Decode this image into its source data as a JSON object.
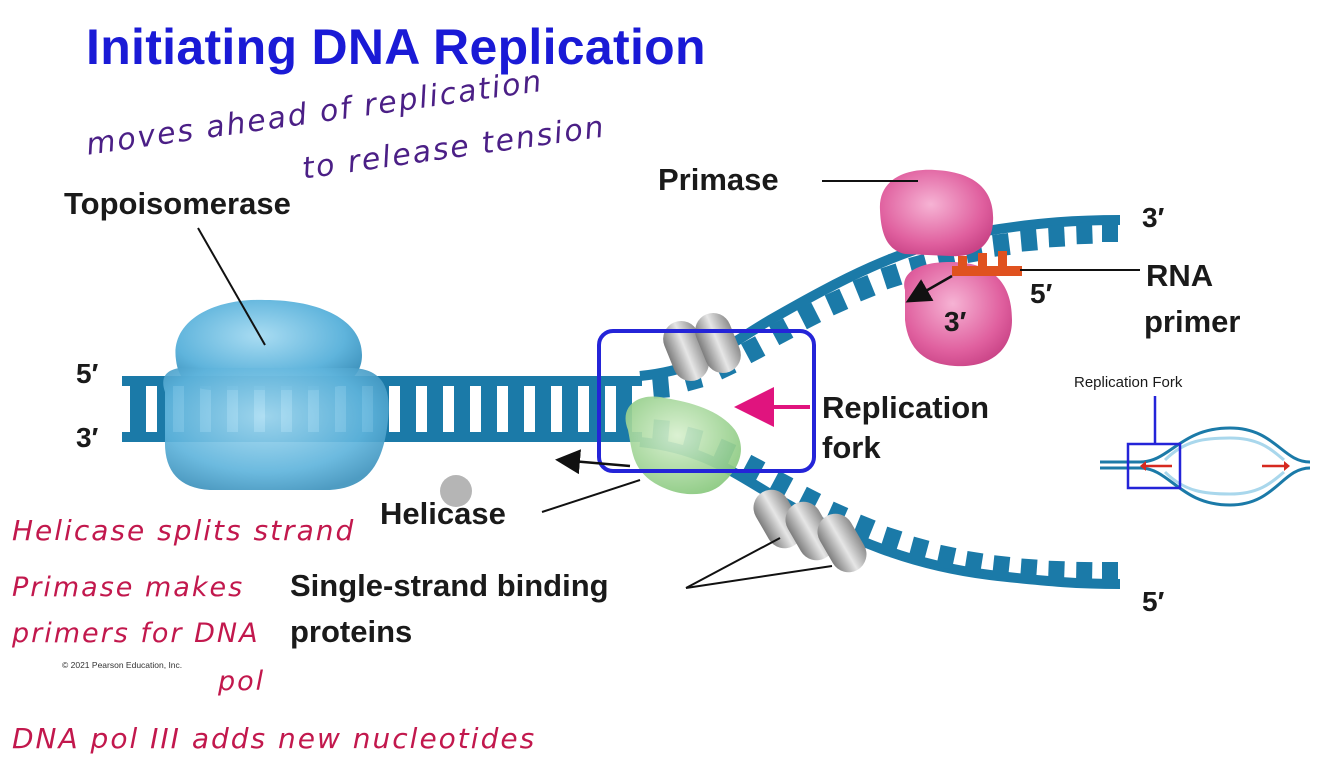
{
  "title": "Initiating DNA Replication",
  "labels": {
    "topoisomerase": "Topoisomerase",
    "primase": "Primase",
    "helicase": "Helicase",
    "rna_primer_line1": "RNA",
    "rna_primer_line2": "primer",
    "replication_fork_line1": "Replication",
    "replication_fork_line2": "fork",
    "ssb_line1": "Single-strand binding",
    "ssb_line2": "proteins"
  },
  "strand_ends": {
    "left_top": "5′",
    "left_bottom": "3′",
    "right_top": "3′",
    "right_bottom": "5′",
    "primer_5": "5′",
    "primer_3": "3′"
  },
  "inset": {
    "title": "Replication Fork"
  },
  "copyright": "© 2021 Pearson Education, Inc.",
  "handwritten_notes": {
    "topo_note_line1": "moves ahead of replication",
    "topo_note_line2": "to release tension",
    "helicase_note": "Helicase splits strand",
    "primase_note_line1": "Primase makes",
    "primase_note_line2": "primers for DNA",
    "primase_note_line3": "pol",
    "dna_pol_note": "DNA pol III adds new nucleotides"
  },
  "colors": {
    "title": "#1a1ad6",
    "dna_strand": "#1b7aa8",
    "topoisomerase": "#5fb4dc",
    "primase": "#e0609f",
    "helicase": "#93d08a",
    "rna_primer": "#e0521f",
    "highlight_box": "#2424d8",
    "arrow_magenta": "#e0147e",
    "note_purple": "#4b1f86",
    "note_red": "#c2184d"
  }
}
